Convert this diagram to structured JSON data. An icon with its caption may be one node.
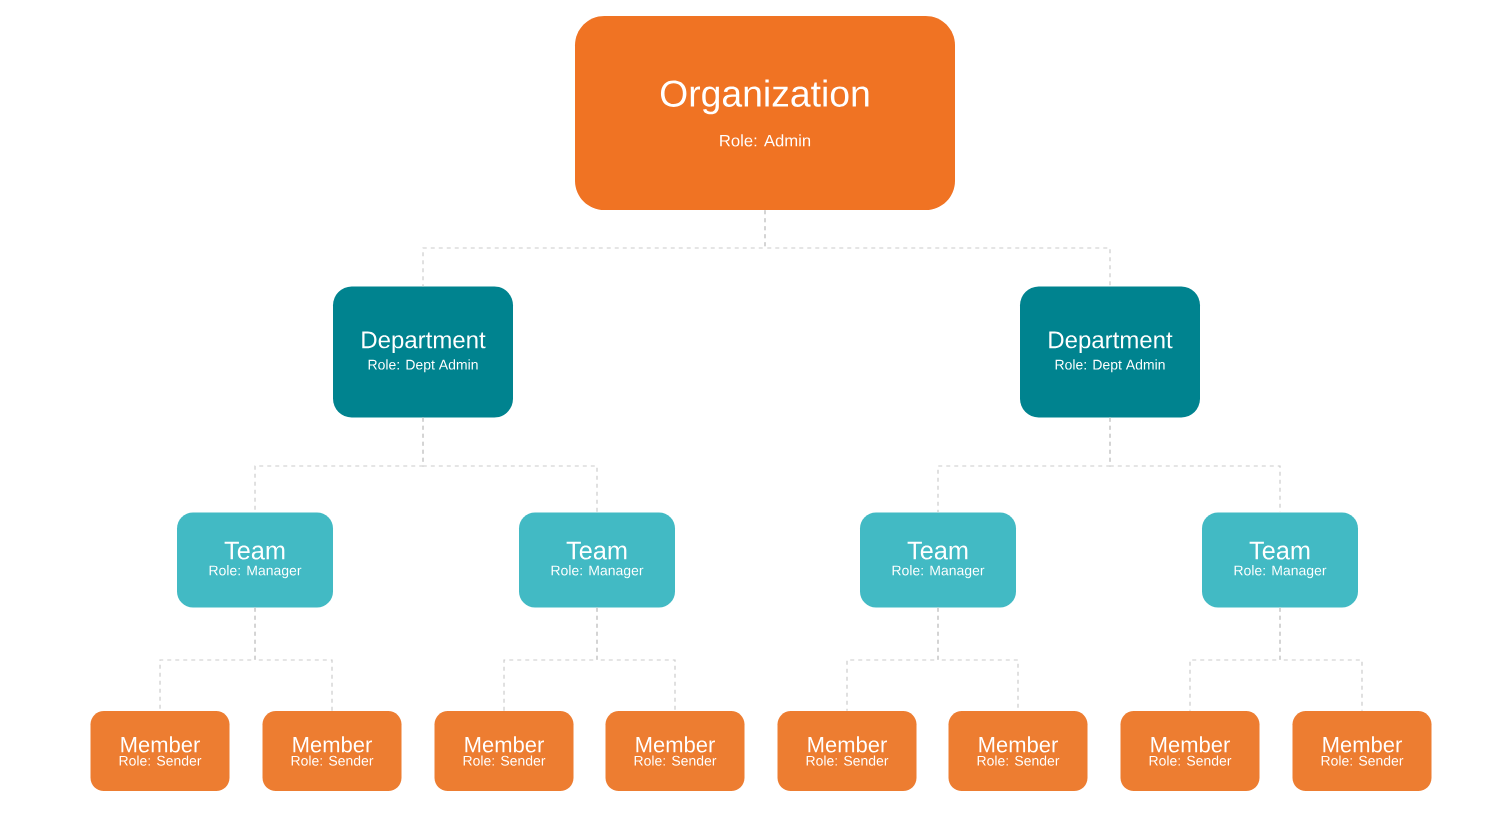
{
  "diagram": {
    "nodes": [
      {
        "text": [
          "Organization",
          "Role: Admin"
        ]
      },
      {
        "text": [
          "Department",
          "Role: Dept Admin"
        ]
      },
      {
        "text": [
          "Department",
          "Role: Dept Admin"
        ]
      },
      {
        "text": [
          "Team",
          "Role: Manager"
        ]
      },
      {
        "text": [
          "Team",
          "Role: Manager"
        ]
      },
      {
        "text": [
          "Team",
          "Role: Manager"
        ]
      },
      {
        "text": [
          "Team",
          "Role: Manager"
        ]
      },
      {
        "text": [
          "Member",
          "Role: Sender"
        ]
      },
      {
        "text": [
          "Member",
          "Role: Sender"
        ]
      },
      {
        "text": [
          "Member",
          "Role: Sender"
        ]
      },
      {
        "text": [
          "Member",
          "Role: Sender"
        ]
      },
      {
        "text": [
          "Member",
          "Role: Sender"
        ]
      },
      {
        "text": [
          "Member",
          "Role: Sender"
        ]
      },
      {
        "text": [
          "Member",
          "Role: Sender"
        ]
      },
      {
        "text": [
          "Member",
          "Role: Sender"
        ]
      }
    ],
    "edges": [
      {
        "from": 0,
        "to": 1,
        "arrow": "none",
        "style": "dashed"
      },
      {
        "from": 0,
        "to": 2,
        "arrow": "none",
        "style": "dashed"
      },
      {
        "from": 1,
        "to": 3,
        "arrow": "none",
        "style": "dashed"
      },
      {
        "from": 1,
        "to": 4,
        "arrow": "none",
        "style": "dashed"
      },
      {
        "from": 2,
        "to": 5,
        "arrow": "none",
        "style": "dashed"
      },
      {
        "from": 2,
        "to": 6,
        "arrow": "none",
        "style": "dashed"
      },
      {
        "from": 3,
        "to": 7,
        "arrow": "none",
        "style": "dashed"
      },
      {
        "from": 3,
        "to": 8,
        "arrow": "none",
        "style": "dashed"
      },
      {
        "from": 4,
        "to": 9,
        "arrow": "none",
        "style": "dashed"
      },
      {
        "from": 4,
        "to": 10,
        "arrow": "none",
        "style": "dashed"
      },
      {
        "from": 5,
        "to": 11,
        "arrow": "none",
        "style": "dashed"
      },
      {
        "from": 5,
        "to": 12,
        "arrow": "none",
        "style": "dashed"
      },
      {
        "from": 6,
        "to": 13,
        "arrow": "none",
        "style": "dashed"
      },
      {
        "from": 6,
        "to": 14,
        "arrow": "none",
        "style": "dashed"
      }
    ]
  }
}
